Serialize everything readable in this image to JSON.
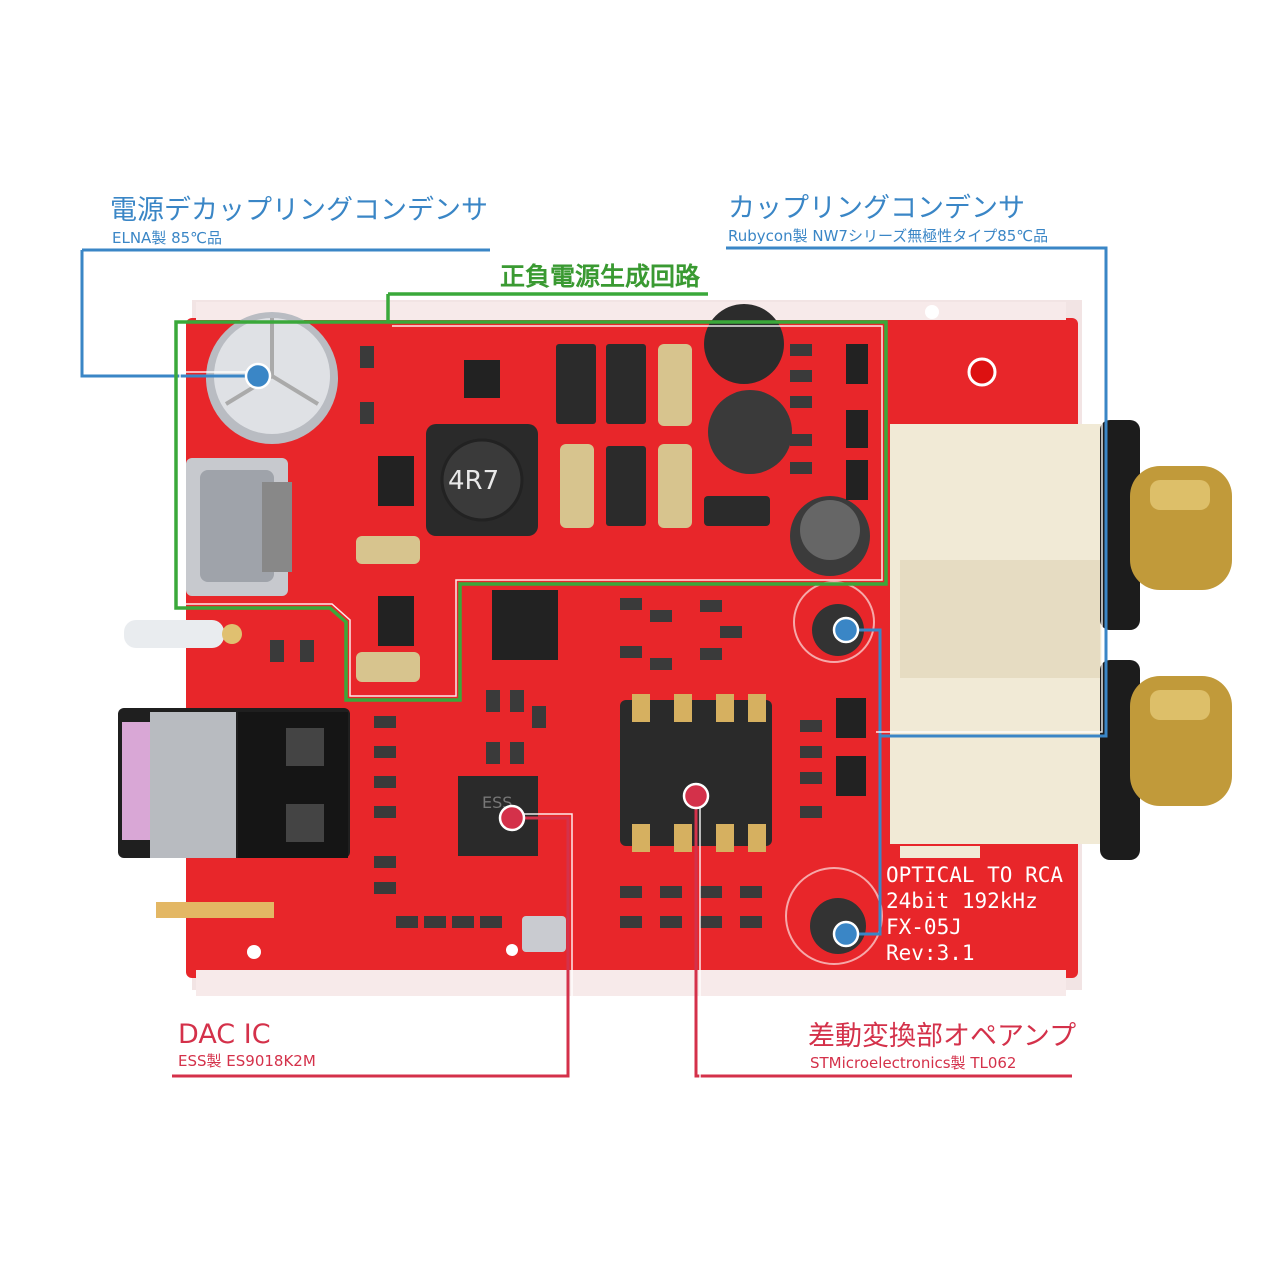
{
  "annotations": {
    "decoupling_cap": {
      "title": "電源デカップリングコンデンサ",
      "subtitle": "ELNA製 85℃品",
      "color": "#3a86c6"
    },
    "coupling_cap": {
      "title": "カップリングコンデンサ",
      "subtitle": "Rubycon製 NW7シリーズ無極性タイプ85℃品",
      "color": "#3a86c6"
    },
    "power_circuit": {
      "title": "正負電源生成回路",
      "color": "#3a9a32"
    },
    "dac_ic": {
      "title": "DAC IC",
      "subtitle": "ESS製 ES9018K2M",
      "color": "#d4314a"
    },
    "op_amp": {
      "title": "差動変換部オペアンプ",
      "subtitle": "STMicroelectronics製 TL062",
      "color": "#d4314a"
    }
  },
  "board": {
    "silkscreen": [
      "OPTICAL TO RCA",
      "24bit 192kHz",
      "FX-05J",
      "Rev:3.1"
    ],
    "inductor_marking": "4R7",
    "pcb_color": "#e8262a"
  }
}
